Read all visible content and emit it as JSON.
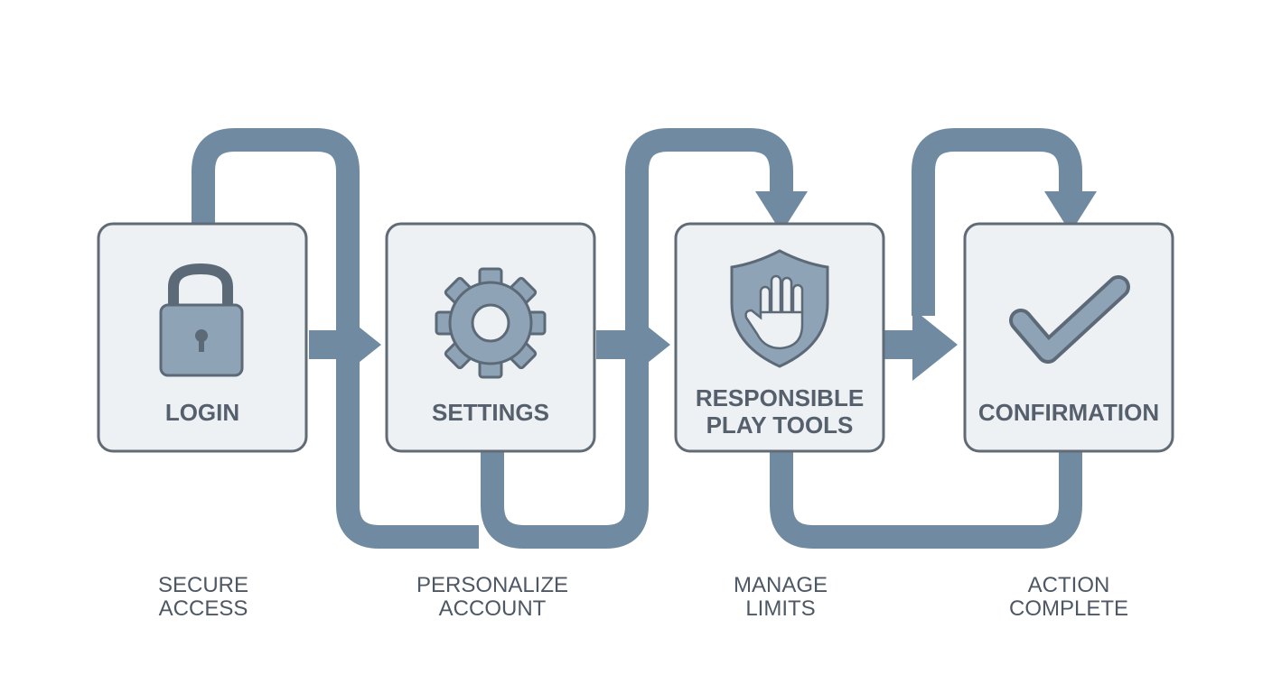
{
  "colors": {
    "flow": "#6f8aa1",
    "card_fill": "#edf1f4",
    "card_stroke": "#606b76",
    "icon_fill": "#8fa3b6",
    "icon_stroke": "#5c6a78",
    "label": "#56606d",
    "background": "#ffffff"
  },
  "steps": [
    {
      "id": "login",
      "icon": "lock-icon",
      "label_lines": [
        "LOGIN"
      ],
      "caption_lines": [
        "SECURE",
        "ACCESS"
      ]
    },
    {
      "id": "settings",
      "icon": "gear-icon",
      "label_lines": [
        "SETTINGS"
      ],
      "caption_lines": [
        "PERSONALIZE",
        "ACCOUNT"
      ]
    },
    {
      "id": "responsible-play-tools",
      "icon": "shield-hand-icon",
      "label_lines": [
        "RESPONSIBLE",
        "PLAY TOOLS"
      ],
      "caption_lines": [
        "MANAGE",
        "LIMITS"
      ]
    },
    {
      "id": "confirmation",
      "icon": "checkmark-icon",
      "label_lines": [
        "CONFIRMATION"
      ],
      "caption_lines": [
        "ACTION",
        "COMPLETE"
      ]
    }
  ]
}
